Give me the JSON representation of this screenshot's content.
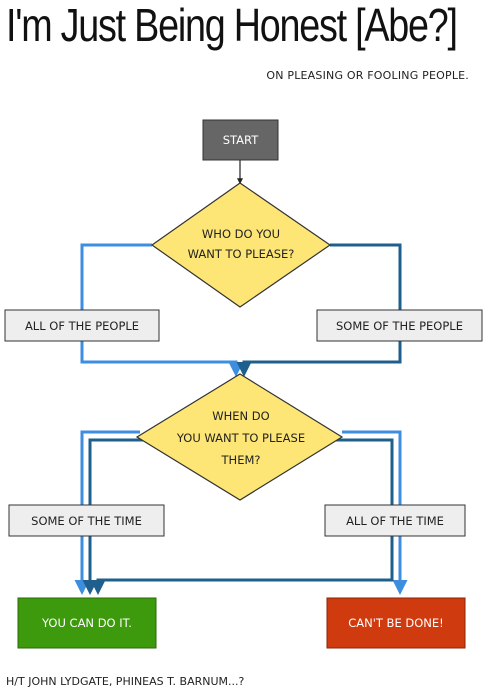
{
  "header": {
    "title": "I'm Just Being Honest [Abe?]",
    "subtitle": "ON PLEASING OR FOOLING PEOPLE."
  },
  "flowchart": {
    "start": "START",
    "decision1": [
      "WHO DO YOU",
      "WANT TO PLEASE?"
    ],
    "branch_all_people": "ALL OF THE PEOPLE",
    "branch_some_people": "SOME OF THE PEOPLE",
    "decision2": [
      "WHEN DO",
      "YOU WANT TO PLEASE",
      "THEM?"
    ],
    "branch_some_time": "SOME OF THE TIME",
    "branch_all_time": "ALL OF THE TIME",
    "outcome_yes": "YOU CAN DO IT.",
    "outcome_no": "CAN'T BE DONE!"
  },
  "footer": {
    "credit": "H/T JOHN LYDGATE, PHINEAS T. BARNUM...?"
  },
  "colors": {
    "start_box": "#666666",
    "decision_fill": "#fde675",
    "label_box": "#eeeeee",
    "arrow_light": "#3e8ee0",
    "arrow_dark": "#1f5f8e",
    "outcome_yes": "#3c9a0c",
    "outcome_no": "#d03a0f"
  }
}
